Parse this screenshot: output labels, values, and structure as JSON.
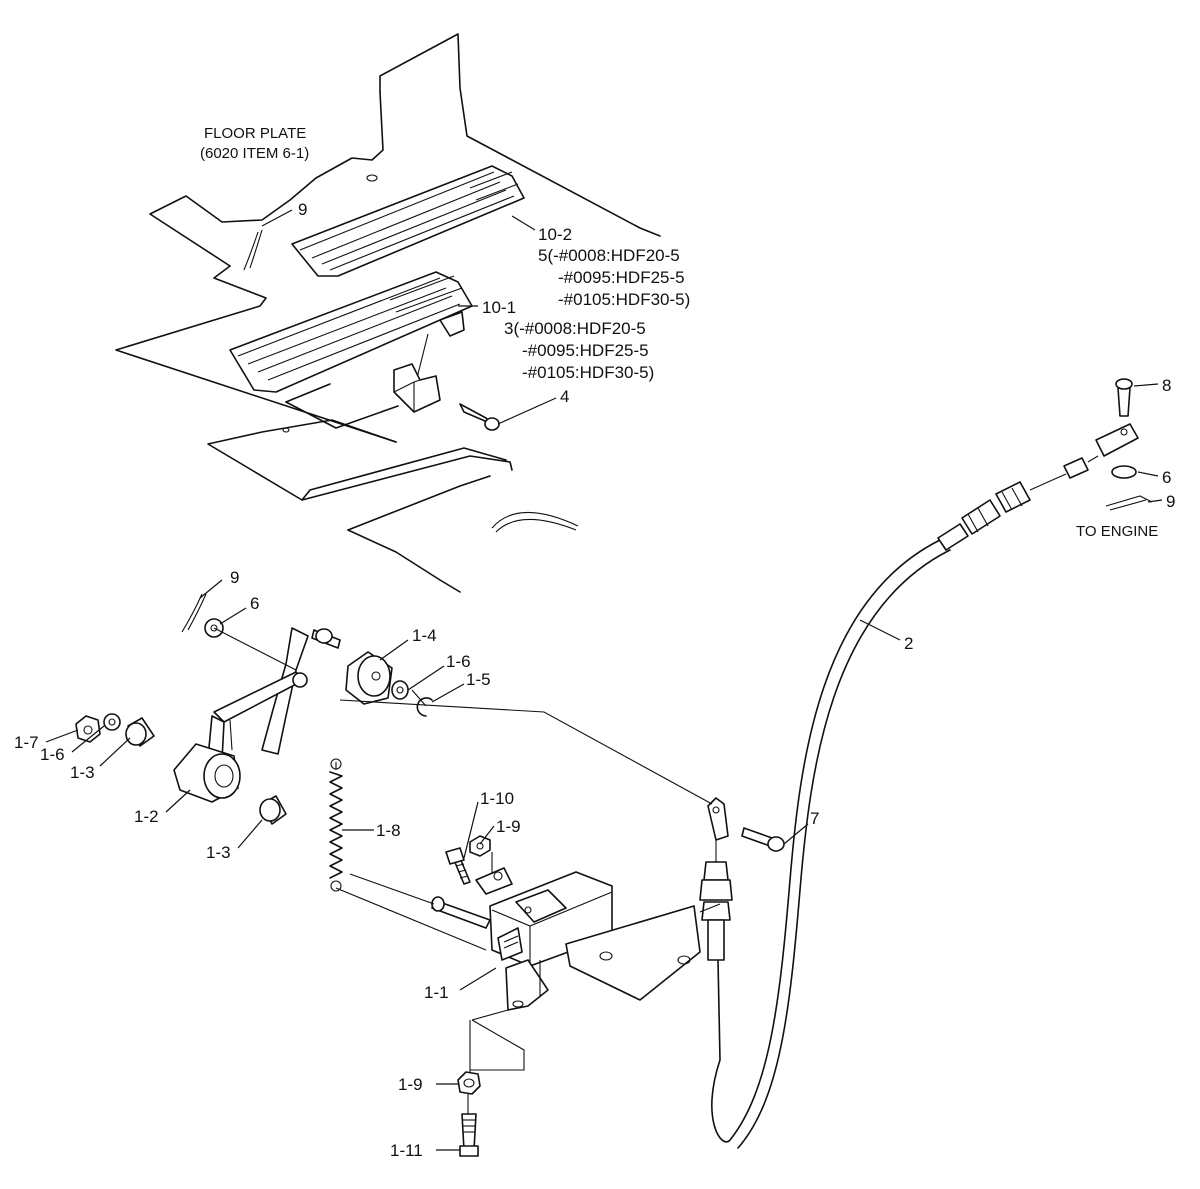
{
  "notes": {
    "floor_plate_line1": "FLOOR PLATE",
    "floor_plate_line2": "(6020 ITEM 6-1)",
    "to_engine": "TO ENGINE"
  },
  "callouts": {
    "item_9_top": "9",
    "item_10_2": "10-2",
    "item_10_2_var1": "5(-#0008:HDF20-5",
    "item_10_2_var2": "-#0095:HDF25-5",
    "item_10_2_var3": "-#0105:HDF30-5)",
    "item_10_1": "10-1",
    "item_10_1_var1": "3(-#0008:HDF20-5",
    "item_10_1_var2": "-#0095:HDF25-5",
    "item_10_1_var3": "-#0105:HDF30-5)",
    "item_4": "4",
    "item_8": "8",
    "item_6_right": "6",
    "item_9_right": "9",
    "item_2": "2",
    "item_9_left": "9",
    "item_6_left": "6",
    "item_1_4": "1-4",
    "item_1_6_right": "1-6",
    "item_1_5": "1-5",
    "item_1_7": "1-7",
    "item_1_6_left": "1-6",
    "item_1_3_top": "1-3",
    "item_1_2": "1-2",
    "item_1_3_bottom": "1-3",
    "item_1_8": "1-8",
    "item_1_10": "1-10",
    "item_1_9_top": "1-9",
    "item_7": "7",
    "item_1_1": "1-1",
    "item_1_9_bottom": "1-9",
    "item_1_11": "1-11"
  }
}
